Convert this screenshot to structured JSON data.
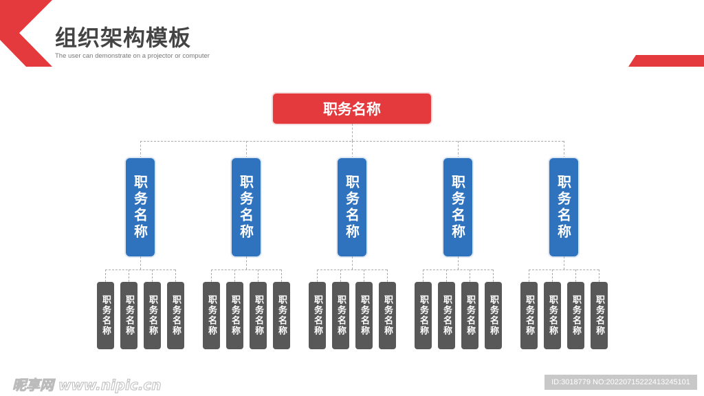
{
  "header": {
    "title": "组织架构模板",
    "subtitle": "The user can demonstrate on a projector or computer"
  },
  "colors": {
    "accent": "#e43a3e",
    "mid": "#2f72bd",
    "leaf": "#585858"
  },
  "org": {
    "root": "职务名称",
    "branches": [
      {
        "label": "职务名称",
        "children": [
          "职务名称",
          "职务名称",
          "职务名称",
          "职务名称"
        ]
      },
      {
        "label": "职务名称",
        "children": [
          "职务名称",
          "职务名称",
          "职务名称",
          "职务名称"
        ]
      },
      {
        "label": "职务名称",
        "children": [
          "职务名称",
          "职务名称",
          "职务名称",
          "职务名称"
        ]
      },
      {
        "label": "职务名称",
        "children": [
          "职务名称",
          "职务名称",
          "职务名称",
          "职务名称"
        ]
      },
      {
        "label": "职务名称",
        "children": [
          "职务名称",
          "职务名称",
          "职务名称",
          "职务名称"
        ]
      }
    ]
  },
  "watermark": {
    "site": "昵享网 www.nipic.cn",
    "id": "ID:3018779 NO:20220715222413245101"
  }
}
